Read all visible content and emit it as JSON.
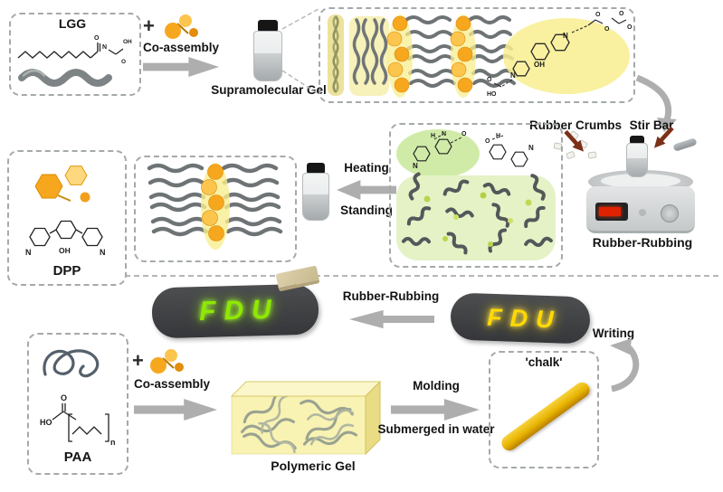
{
  "labels": {
    "lgg": "LGG",
    "plus": "+",
    "coassembly": "Co-assembly",
    "supramolecular_gel": "Supramolecular Gel",
    "rubber_crumbs": "Rubber Crumbs",
    "stir_bar": "Stir Bar",
    "rubber_rubbing": "Rubber-Rubbing",
    "heating": "Heating",
    "standing": "Standing",
    "dpp": "DPP",
    "writing": "Writing",
    "fdu": "FDU",
    "paa": "PAA",
    "polymeric_gel": "Polymeric Gel",
    "molding": "Molding",
    "submerged_in_water": "Submerged in water",
    "chalk": "'chalk'"
  },
  "atoms": {
    "N": "N",
    "O": "O",
    "OH": "OH",
    "HO": "HO",
    "H": "H",
    "n": "n"
  },
  "colors": {
    "arrow_gray": "#aeaeae",
    "crumb_arrow_brown": "#7b3018",
    "glow_yellow": "#f8ee8f",
    "glow_green": "#cdeaa3",
    "sphere_orange": "#f6a71e",
    "sphere_orange_light": "#fcc54e",
    "fdu_green": "#8fe800",
    "fdu_yellow": "#ffd900",
    "chalk_yellow": "#e8b400",
    "display_red": "#e02200",
    "fiber_gray": "#6e7375",
    "gel_yellow": "#f6eda0"
  }
}
